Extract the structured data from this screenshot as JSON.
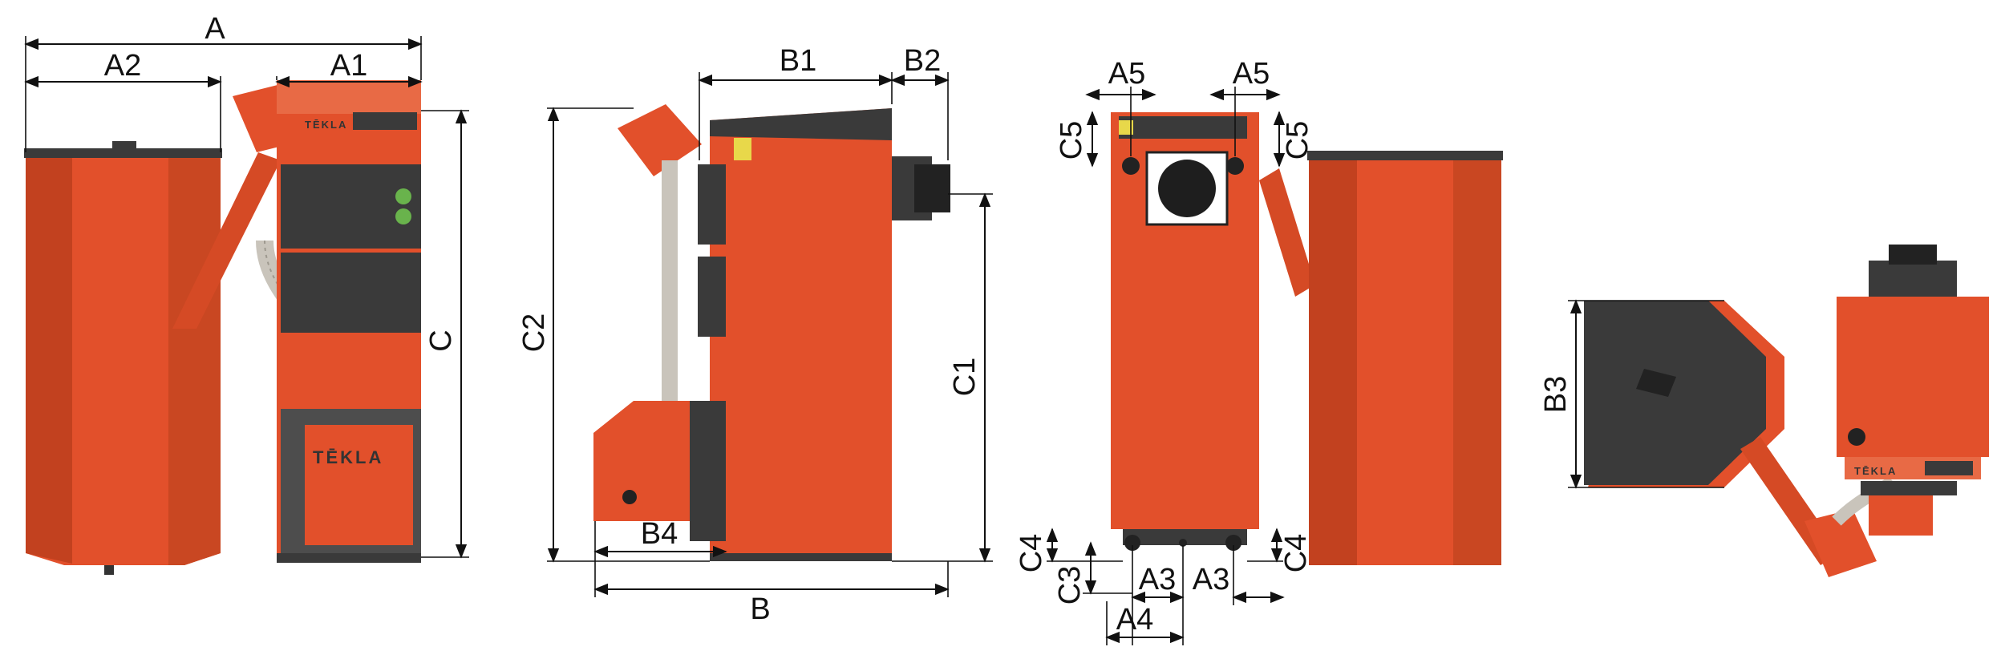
{
  "colors": {
    "body": "#e2502b",
    "body_dark": "#c2411f",
    "body_light": "#ee6a44",
    "panel": "#3a3a3a",
    "panel_light": "#4d4d4d",
    "hose": "#c9c4bb",
    "lines": "#111111"
  },
  "brand": "TĒKLA",
  "labels": {
    "A": "A",
    "A1": "A1",
    "A2": "A2",
    "A3": "A3",
    "A4": "A4",
    "A5": "A5",
    "B": "B",
    "B1": "B1",
    "B2": "B2",
    "B3": "B3",
    "B4": "B4",
    "C": "C",
    "C1": "C1",
    "C2": "C2",
    "C3": "C3",
    "C4": "C4",
    "C5": "C5"
  }
}
